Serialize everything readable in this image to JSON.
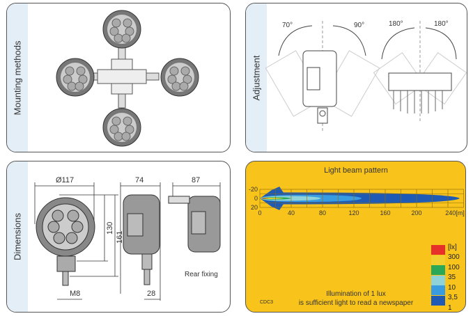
{
  "panels": {
    "mounting": {
      "label": "Mounting methods"
    },
    "adjustment": {
      "label": "Adjustment",
      "angles": [
        "70°",
        "90°",
        "180°",
        "180°"
      ]
    },
    "dimensions": {
      "label": "Dimensions",
      "diameter": "Ø117",
      "height_lens": "130",
      "height_total": "161",
      "thread": "M8",
      "depth": "74",
      "depth_rear": "87",
      "bracket": "28",
      "rear_fixing": "Rear fixing"
    },
    "beam": {
      "code": "CDC3",
      "note_line1": "Illumination of 1 lux",
      "note_line2": "is sufficient light to read a newspaper"
    }
  },
  "chart_data": {
    "type": "heatmap",
    "title": "Light beam pattern",
    "xlabel": "[m]",
    "x_ticks": [
      "0",
      "40",
      "80",
      "120",
      "160",
      "200",
      "240[m]"
    ],
    "y_ticks": [
      "-20",
      "0",
      "20"
    ],
    "xlim": [
      0,
      260
    ],
    "ylim": [
      -20,
      20
    ],
    "legend_title": "[lx]",
    "legend": [
      {
        "label": "300",
        "color": "#e8302a"
      },
      {
        "label": "100",
        "color": "#f0d030"
      },
      {
        "label": "35",
        "color": "#2aa858"
      },
      {
        "label": "10",
        "color": "#8fd3d8"
      },
      {
        "label": "3,5",
        "color": "#3a9ce0"
      },
      {
        "label": "1",
        "color": "#1f5bb5"
      }
    ],
    "contours": [
      {
        "lux": 1,
        "reach_m": 255,
        "half_width_m": 10
      },
      {
        "lux": 3.5,
        "reach_m": 130,
        "half_width_m": 6
      },
      {
        "lux": 10,
        "reach_m": 78,
        "half_width_m": 4
      },
      {
        "lux": 35,
        "reach_m": 40,
        "half_width_m": 2
      },
      {
        "lux": 100,
        "reach_m": 30,
        "half_width_m": 1
      },
      {
        "lux": 300,
        "reach_m": 12,
        "half_width_m": 0.5
      }
    ]
  }
}
